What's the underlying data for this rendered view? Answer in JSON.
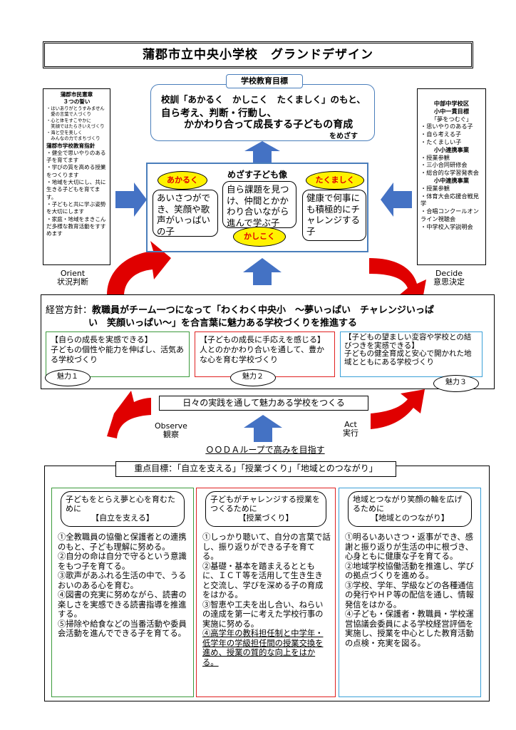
{
  "title": "蒲郡市立中央小学校　グランドデザイン",
  "school_goal": {
    "tab": "学校教育目標",
    "line1": "校訓「あかるく　かしこく　たくましく」のもと、",
    "line2": "自ら考え、判断・行動し、",
    "line3": "かかわり合って成長する子どもの育成",
    "suffix": "をめざす"
  },
  "left_box": {
    "h1": "蒲郡市民憲章",
    "h2": "３つの誓い",
    "items1": [
      "・はいありがとうすみません",
      "　愛の言葉で人づくり",
      "・心と体をすこやかに",
      "　笑顔ではたらきいえづくり",
      "・海と空を美しく",
      "　みんなの力でまちづくり"
    ],
    "h3": "蒲郡市学校教育指針",
    "items2": [
      "・健全で思いやりのある子を育てます",
      "・学びの質を高める授業をつくります",
      "・地域を大切にし、共に生きる子どもを育てます。",
      "・子どもと共に学ぶ姿勢を大切にします",
      "・家庭・地域をまきこんだ多様な教育活動をすすめます"
    ]
  },
  "right_box": {
    "h1": "中部中学校区",
    "h2": "小中一貫目標",
    "h3": "「夢をつむぐ」",
    "items1": [
      "・思いやりのある子",
      "・自ら考える子",
      "・たくましい子"
    ],
    "h4": "小小連携事業",
    "items2": [
      "・授業参観",
      "・三小合同研修会",
      "・総合的な学習発表会"
    ],
    "h5": "小中連携事業",
    "items3": [
      "・授業参観",
      "・体育大会応援合戦見学",
      "・合唱コンクールオンライン視聴会",
      "・中学校入学説明会"
    ]
  },
  "kids": {
    "title": "めざす子ども像",
    "akaruku": "あかるく",
    "akaruku_text": "あいさつができ、笑顔や歌声がいっぱいの子",
    "kashikoku": "かしこく",
    "kashikoku_text": "自ら課題を見つけ、仲間とかかわり合いながら進んで学ぶ子",
    "takumashiku": "たくましく",
    "takumashiku_text": "健康で何事にも積極的にチャレンジする子"
  },
  "cycle": {
    "orient_en": "Orient",
    "orient_jp": "状況判断",
    "decide_en": "Decide",
    "decide_jp": "意思決定",
    "observe_en": "Observe",
    "observe_jp": "観察",
    "act_en": "Act",
    "act_jp": "実行",
    "ooda": "ＯＯＤＡループで高みを目指す"
  },
  "policy": {
    "prefix": "経営方針：",
    "line1": "教職員がチーム一つになって「わくわく中央小　～夢いっぱい　チャレンジいっぱ",
    "line2": "い　笑顔いっぱい～」を合言葉に魅力ある学校づくりを推進する",
    "boxes": [
      {
        "head": "【自らの成長を実感できる】",
        "text": "子どもの個性や能力を伸ばし、活気ある学校づくり",
        "badge": "魅力１",
        "color": "#3a9a3a"
      },
      {
        "head": "【子どもの成長に手応えを感じる】",
        "text": "人とのかかわり合いを通して、豊かな心を育む学校づくり",
        "badge": "魅力２",
        "color": "#e02020"
      },
      {
        "head": "【子どもの望ましい変容や学校との結びつきを実感できる】",
        "text": "子どもの健全育成と安心で開かれた地域とともにある学校づくり",
        "badge": "魅力３",
        "color": "#3aa0d8"
      }
    ]
  },
  "banner": "日々の実践を通して魅力ある学校をつくる",
  "goals": {
    "header": "重点目標：「自立を支える」「授業づくり」「地域とのつながり」",
    "columns": [
      {
        "cap1": "子どもをとらえ夢と心を育むために",
        "cap2": "【自立を支える】",
        "items": [
          "①全教職員の協働と保護者との連携のもと、子ども理解に努める。",
          "②自分の命は自分で守るという意識をもつ子を育てる。",
          "③歌声があふれる生活の中で、うるおいのある心を育む。",
          "④図書の充実に努めながら、読書の楽しさを実感できる読書指導を推進する。",
          "⑤掃除や給食などの当番活動や委員会活動を進んでできる子を育てる。"
        ],
        "color": "#3a9a3a"
      },
      {
        "cap1": "子どもがチャレンジする授業をつくるために",
        "cap2": "【授業づくり】",
        "items": [
          "①しっかり聴いて、自分の言葉で話し、振り返りができる子を育てる。",
          "②基礎・基本を踏まえるとともに、ＩＣＴ等を活用して生き生きと交流し、学びを深める子の育成をはかる。",
          "③智恵や工夫を出し合い、ねらいの達成を第一に考えた学校行事の実施に努める。",
          "④高学年の教科担任制と中学年・低学年の学級担任間の授業交換を進め、授業の質的な向上をはかる。"
        ],
        "color": "#e02020"
      },
      {
        "cap1": "地域とつながり笑顔の輪を広げるために",
        "cap2": "【地域とのつながり】",
        "items": [
          "①明るいあいさつ・返事ができ、感謝と振り返りが生活の中に根づき、心身ともに健康な子を育てる。",
          "②地域学校協働活動を推進し、学びの拠点づくりを進める。",
          "③学校、学年、学級などの各種通信の発行やＨＰ等の配信を通し、情報発信をはかる。",
          "④子ども・保護者・教職員・学校運営協議会委員による学校経営評価を実施し、授業を中心とした教育活動の点検・充実を図る。"
        ],
        "color": "#3aa0d8"
      }
    ]
  },
  "colors": {
    "blue_arrow": "#4472c4",
    "red_arrow": "#e00000",
    "yellow": "#fff200",
    "box_blue": "#4a7ebb"
  }
}
